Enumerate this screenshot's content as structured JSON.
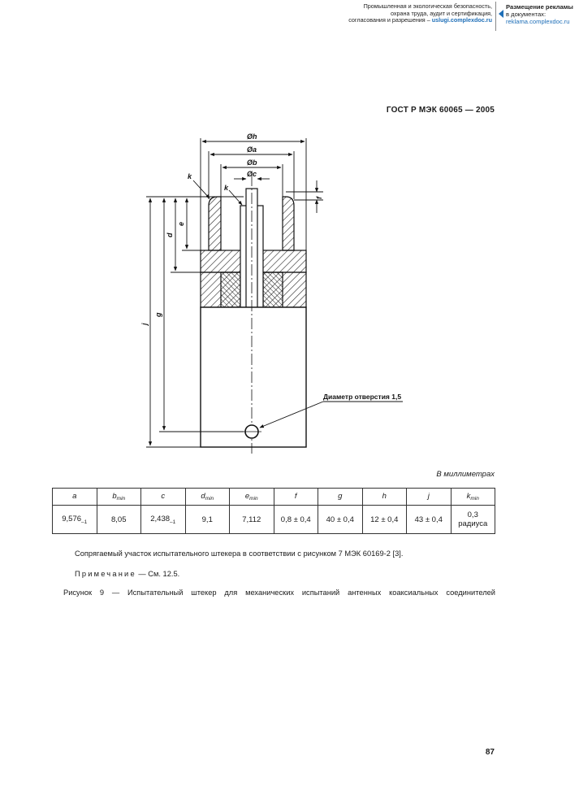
{
  "header": {
    "left_line1": "Промышленная и экологическая безопасность,",
    "left_line2": "охрана труда, аудит и сертификация,",
    "left_line3_prefix": "согласования и разрешения – ",
    "left_line3_link": "uslugi.complexdoc.ru",
    "right_line1": "Размещение рекламы",
    "right_line2": "в документах:",
    "right_line3": "reklama.complexdoc.ru"
  },
  "standard_code": "ГОСТ Р МЭК 60065 — 2005",
  "drawing_labels": {
    "h": "Øh",
    "a": "Øa",
    "b": "Øb",
    "c": "Øc",
    "k_left": "k",
    "k_inner": "k",
    "f": "f",
    "e": "e",
    "d": "d",
    "g": "g",
    "j": "j",
    "hole_callout": "Диаметр отверстия 1,5"
  },
  "units_note": "В миллиметрах",
  "table": {
    "headers": [
      {
        "main": "a",
        "sub": ""
      },
      {
        "main": "b",
        "sub": "min"
      },
      {
        "main": "c",
        "sub": ""
      },
      {
        "main": "d",
        "sub": "min"
      },
      {
        "main": "e",
        "sub": "min"
      },
      {
        "main": "f",
        "sub": ""
      },
      {
        "main": "g",
        "sub": ""
      },
      {
        "main": "h",
        "sub": ""
      },
      {
        "main": "j",
        "sub": ""
      },
      {
        "main": "k",
        "sub": "min"
      }
    ],
    "values": [
      {
        "main": "9,576",
        "sub": "–1"
      },
      {
        "main": "8,05",
        "sub": ""
      },
      {
        "main": "2,438",
        "sub": "–1"
      },
      {
        "main": "9,1",
        "sub": ""
      },
      {
        "main": "7,112",
        "sub": ""
      },
      {
        "main": "0,8 ± 0,4",
        "sub": ""
      },
      {
        "main": "40 ± 0,4",
        "sub": ""
      },
      {
        "main": "12 ± 0,4",
        "sub": ""
      },
      {
        "main": "43 ± 0,4",
        "sub": ""
      },
      {
        "main": "0,3",
        "sub": "",
        "line2": "радиуса"
      }
    ]
  },
  "paragraph": "Сопрягаемый участок испытательного штекера в соответствии с рисунком 7 МЭК 60169-2 [3].",
  "note_label": "Примечание",
  "note_text": " — См. 12.5.",
  "caption": "Рисунок 9 — Испытательный штекер для механических испытаний антенных коаксиальных соединителей",
  "page_number": "87"
}
